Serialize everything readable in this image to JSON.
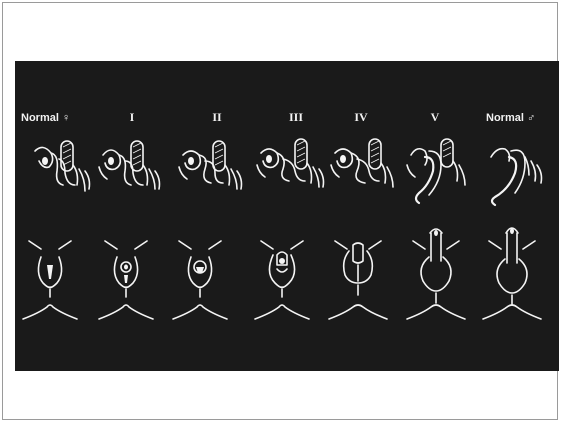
{
  "figure": {
    "stages": [
      {
        "label": "Normal ♀"
      },
      {
        "label": "I"
      },
      {
        "label": "II"
      },
      {
        "label": "III"
      },
      {
        "label": "IV"
      },
      {
        "label": "V"
      },
      {
        "label": "Normal ♂"
      }
    ]
  },
  "colors": {
    "background": "#ffffff",
    "panel": "#1a1a1a",
    "drawing": "#f4f4f4"
  }
}
